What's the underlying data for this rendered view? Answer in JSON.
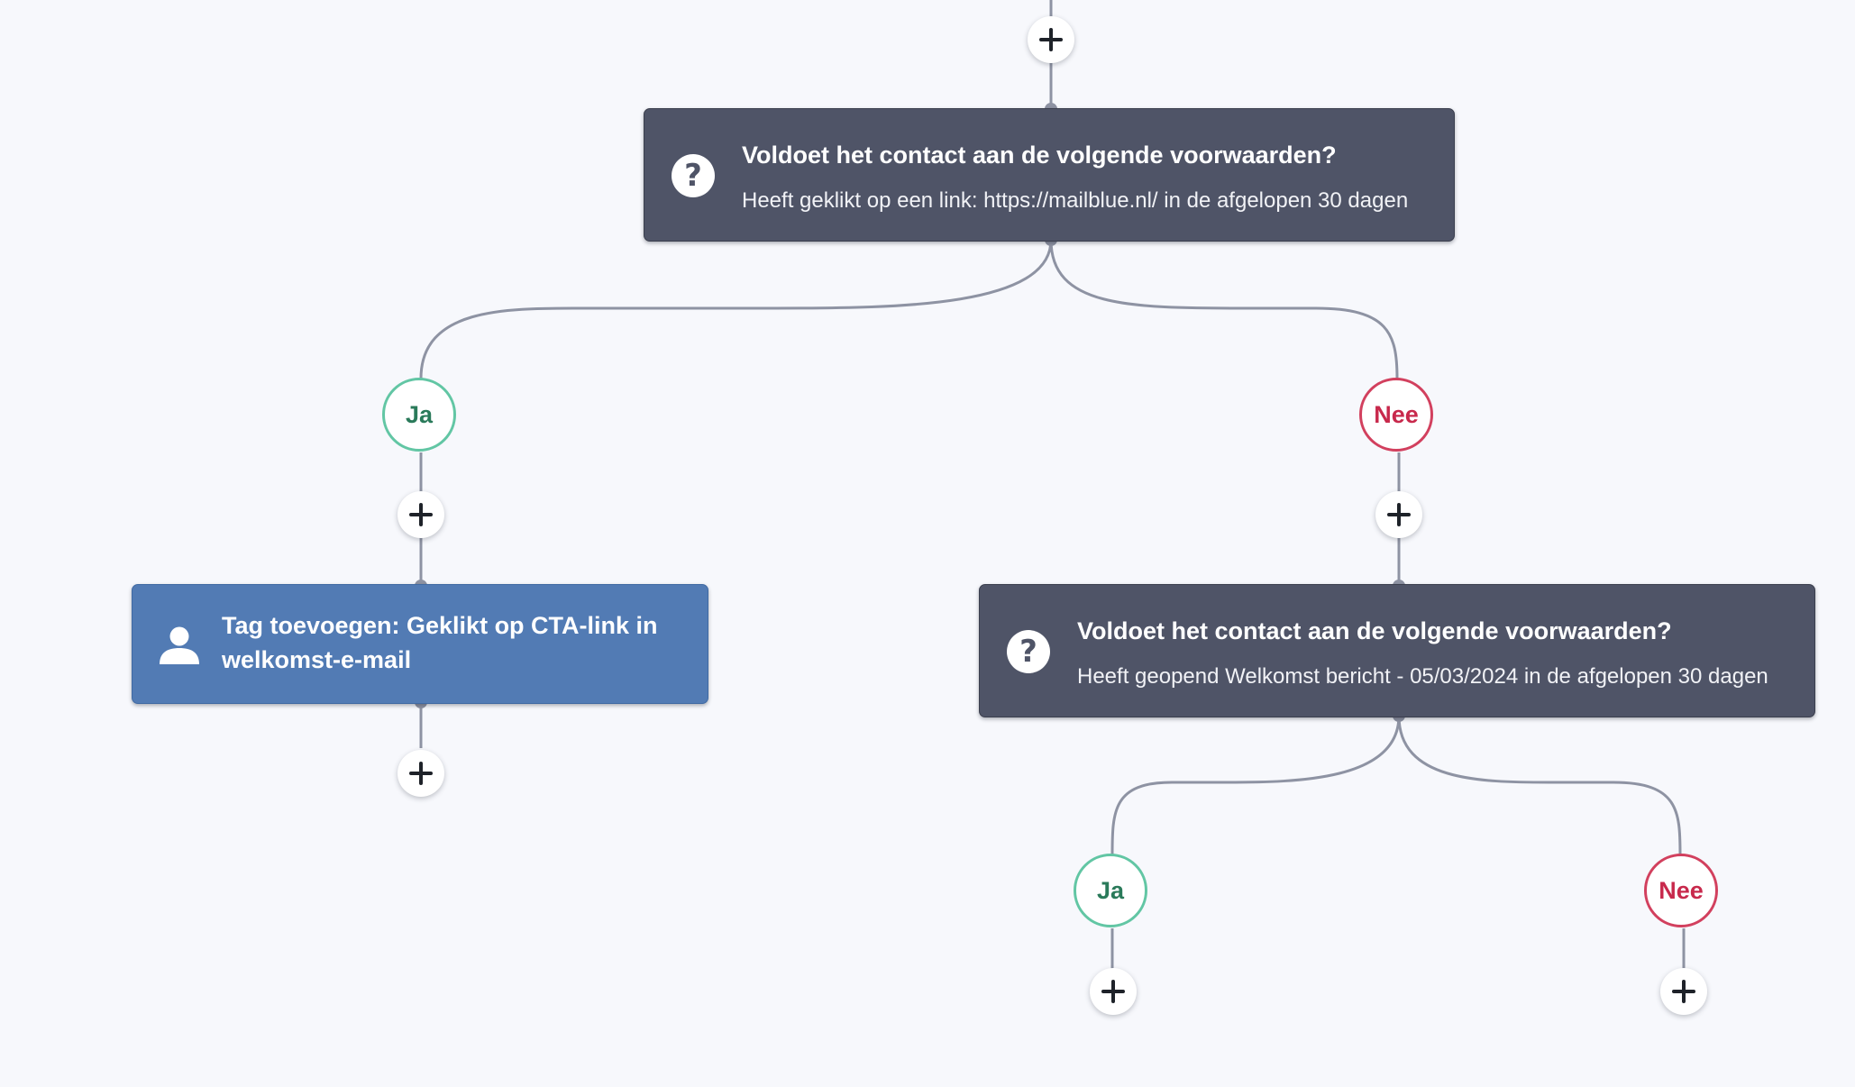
{
  "conditions": [
    {
      "title": "Voldoet het contact aan de volgende voorwaarden?",
      "detail": "Heeft geklikt op een link: https://mailblue.nl/ in de afgelopen 30 dagen",
      "icon": "question-icon"
    },
    {
      "title": "Voldoet het contact aan de volgende voorwaarden?",
      "detail": "Heeft geopend Welkomst bericht - 05/03/2024 in de afgelopen 30 dagen",
      "icon": "question-icon"
    }
  ],
  "action": {
    "title": "Tag toevoegen: Geklikt op CTA-link in welkomst-e-mail",
    "icon": "user-icon"
  },
  "branches": {
    "yes_label": "Ja",
    "no_label": "Nee"
  },
  "colors": {
    "background": "#f7f8fc",
    "condition_node": "#4f5467",
    "action_node": "#527bb4",
    "yes_border": "#62c6a4",
    "yes_text": "#2a7a5a",
    "no_border": "#d2405e",
    "no_text": "#c8294c",
    "connector": "#8e93a3"
  },
  "icons": {
    "add": "plus-icon",
    "condition": "question-icon",
    "action": "user-icon"
  }
}
